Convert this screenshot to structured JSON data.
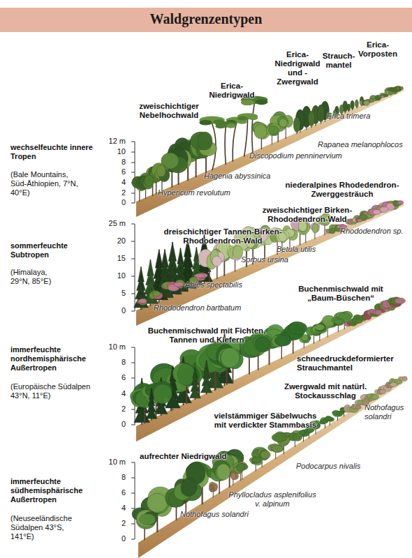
{
  "diagram": {
    "title": "Waldgrenzentypen",
    "labels": [
      "Erica- Vorposten",
      "Strauch- mantel",
      "Erica- Niedrigwald und -Zwergwald",
      "Erica- Niedrigwald",
      "zweischichtiger Nebelhochwald",
      "Erica trimera",
      "Rapanea melanophlocos",
      "Discopodium penninervium",
      "Hagenia abyssinica",
      "Hypericum revolutum",
      "wechselfeuchte innere Tropen",
      "(Bale Mountains, Süd-Äthiopien, 7°N, 40°E)",
      "12 m",
      "10",
      "8",
      "6",
      "4",
      "2",
      "0",
      "niederalpines Rhodedendron- Zwerggesträuch",
      "zweischichtiger Birken- Rhododendron-Wald",
      "Rhododendron sp.",
      "dreischichtiger Tannen-Birken- Rhododendron-Wald",
      "Betula utilis",
      "Sorbus ursina",
      "Abies spectabilis",
      "Rhododendron bartbatum",
      "sommerfeuchte Subtropen",
      "(Himalaya, 29°N, 85°E)",
      "25 m",
      "20",
      "15",
      "10",
      "5",
      "0",
      "Buchenmischwald mit „Baum-Büschen“",
      "Buchenmischwald mit Fichten, Tannen und Kiefern",
      "schneedruckdeformierter Strauchmantel",
      "immerfeuchte nordhemisphärische Außertropen",
      "(Europäische Südalpen 43°N, 11°E)",
      "10 m",
      "8",
      "6",
      "4",
      "2",
      "0",
      "Zwergwald mit natürl. Stockausschlag",
      "Nothofagus solandri",
      "vielstämmiger Säbelwuchs mit verdickter Stammbasis",
      "aufrechter Niedrigwald",
      "Podocarpus nivalis",
      "Phyllocladus asplenifolius v. alpinum",
      "Nothofagus solandri",
      "immerfeuchte südhemisphärische Außertropen",
      "(Neuseeländische Südalpen 43°S, 141°E)",
      "10 m",
      "8",
      "6",
      "4",
      "2",
      "0"
    ]
  }
}
